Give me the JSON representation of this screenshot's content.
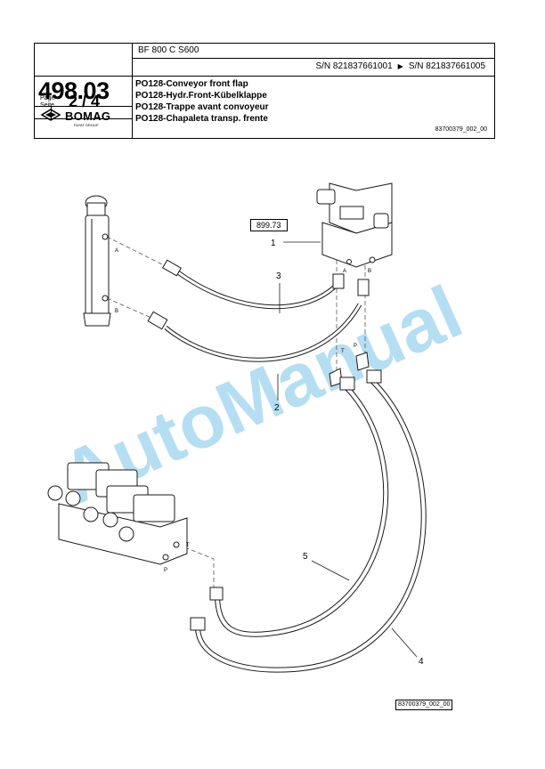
{
  "header": {
    "model": "BF 800 C S600",
    "sn_from": "S/N 821837661001",
    "sn_to": "S/N 821837661005",
    "page_number": "498.03",
    "page_label_en": "Page",
    "page_label_de": "Seite",
    "page_value": "2  /  4",
    "brand": "BOMAG",
    "brand_sub": "FAYAT GROUP",
    "titles": [
      "PO128-Conveyor front flap",
      "PO128-Hydr.Front-Kübelklappe",
      "PO128-Trappe avant convoyeur",
      "PO128-Chapaleta transp. frente"
    ],
    "doc_ref": "83700379_002_00"
  },
  "diagram": {
    "ref_box": "899.73",
    "callouts": [
      "1",
      "2",
      "3",
      "4",
      "5"
    ],
    "port_labels": [
      "A",
      "B",
      "A",
      "B",
      "T",
      "P",
      "T",
      "P"
    ],
    "watermark": "AutoManual",
    "colors": {
      "watermark": "#9ed3ee",
      "line": "#1a1a1a",
      "dash": "#555555"
    }
  },
  "footer": {
    "doc_ref": "83700379_002_00"
  }
}
